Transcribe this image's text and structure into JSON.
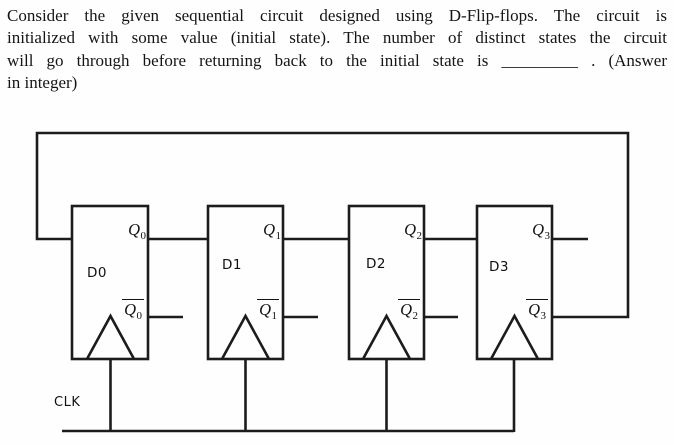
{
  "question": {
    "lines": [
      "Consider the given sequential circuit designed using D-Flip-flops. The circuit is",
      "initialized with some value (initial state). The number of distinct states the circuit",
      "will go through before returning back to the initial state is _________ . (Answer",
      "in integer)"
    ]
  },
  "circuit": {
    "clk_label": "CLK",
    "flipflops": [
      {
        "name": "D0",
        "q_label": "Q",
        "q_sub": "0",
        "qbar_label": "Q",
        "qbar_sub": "0"
      },
      {
        "name": "D1",
        "q_label": "Q",
        "q_sub": "1",
        "qbar_label": "Q",
        "qbar_sub": "1"
      },
      {
        "name": "D2",
        "q_label": "Q",
        "q_sub": "2",
        "qbar_label": "Q",
        "qbar_sub": "2"
      },
      {
        "name": "D3",
        "q_label": "Q",
        "q_sub": "3",
        "qbar_label": "Q",
        "qbar_sub": "3"
      }
    ],
    "colors": {
      "line": "#1c1c1c",
      "background": "#fefefe",
      "text": "#151515"
    }
  }
}
